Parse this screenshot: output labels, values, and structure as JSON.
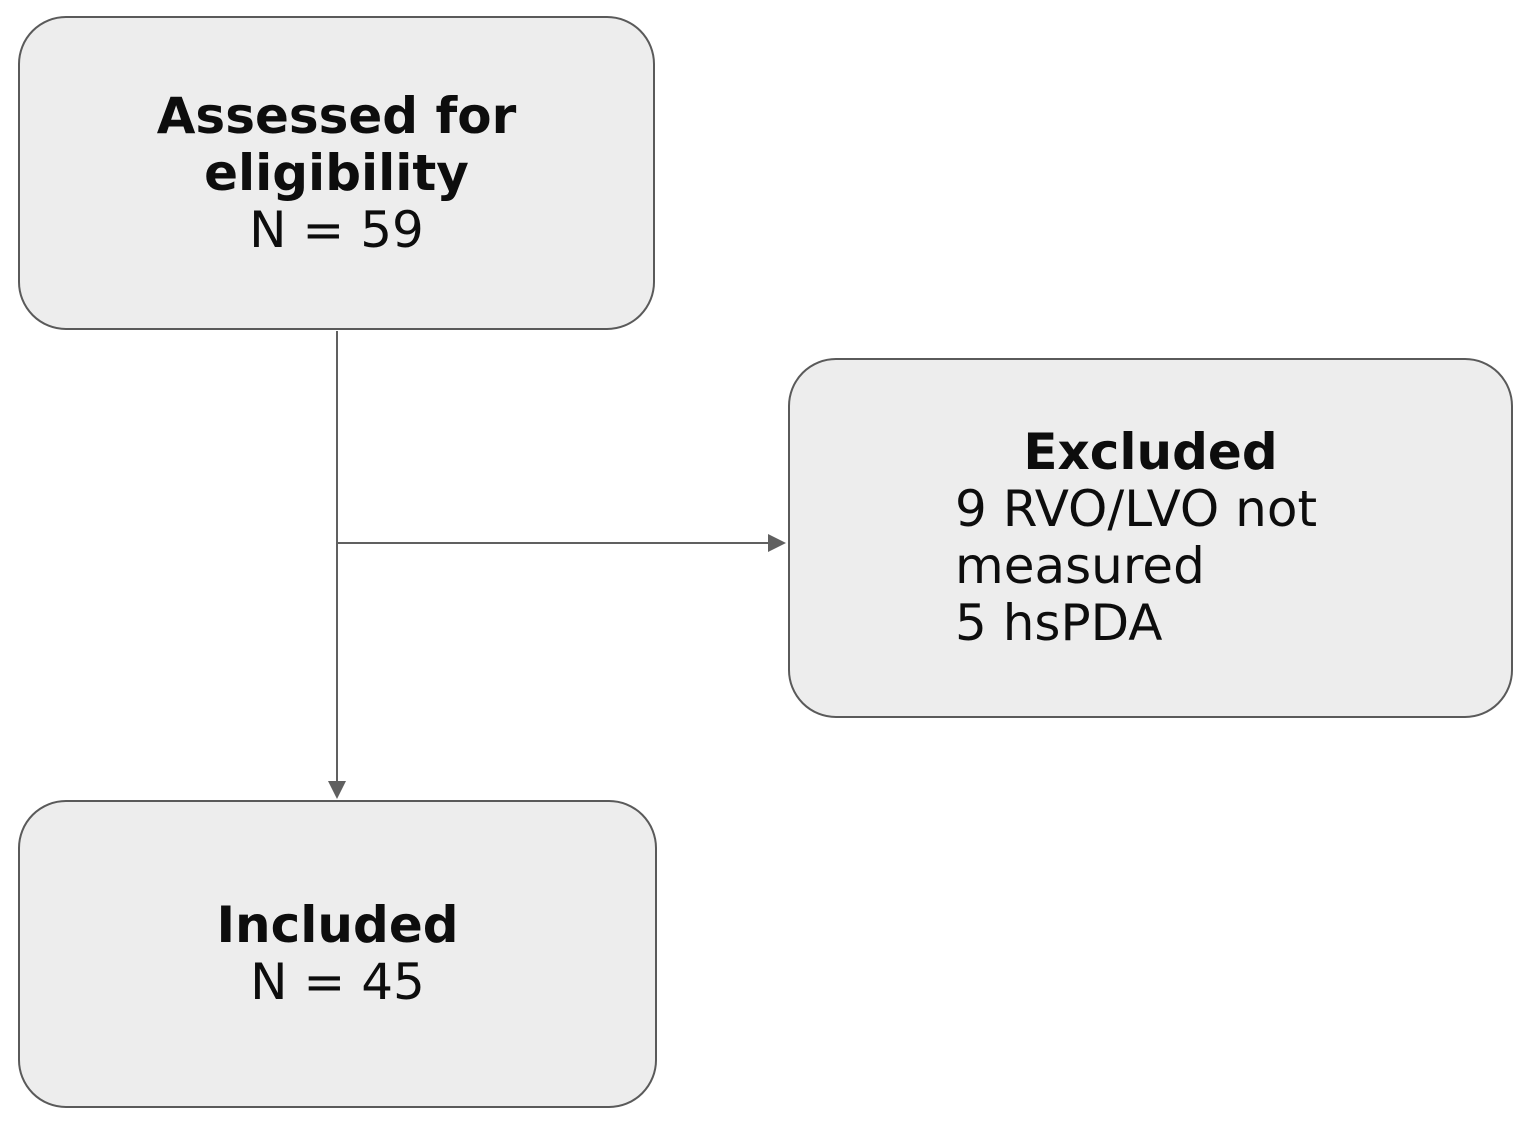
{
  "diagram": {
    "type": "flowchart",
    "colors": {
      "background": "#ffffff",
      "node_fill": "#ededed",
      "node_border": "#5a5a5a",
      "connector": "#606060",
      "text": "#0d0d0d"
    },
    "nodes": {
      "assessed": {
        "title": "Assessed for eligibility",
        "count": "N = 59"
      },
      "excluded": {
        "title": "Excluded",
        "items": [
          "9 RVO/LVO not measured",
          "5 hsPDA"
        ]
      },
      "included": {
        "title": "Included",
        "count": "N = 45"
      }
    },
    "edges": [
      {
        "from": "assessed",
        "to": "included",
        "style": "arrow-down"
      },
      {
        "from": "assessed",
        "to": "excluded",
        "style": "arrow-right"
      }
    ]
  }
}
